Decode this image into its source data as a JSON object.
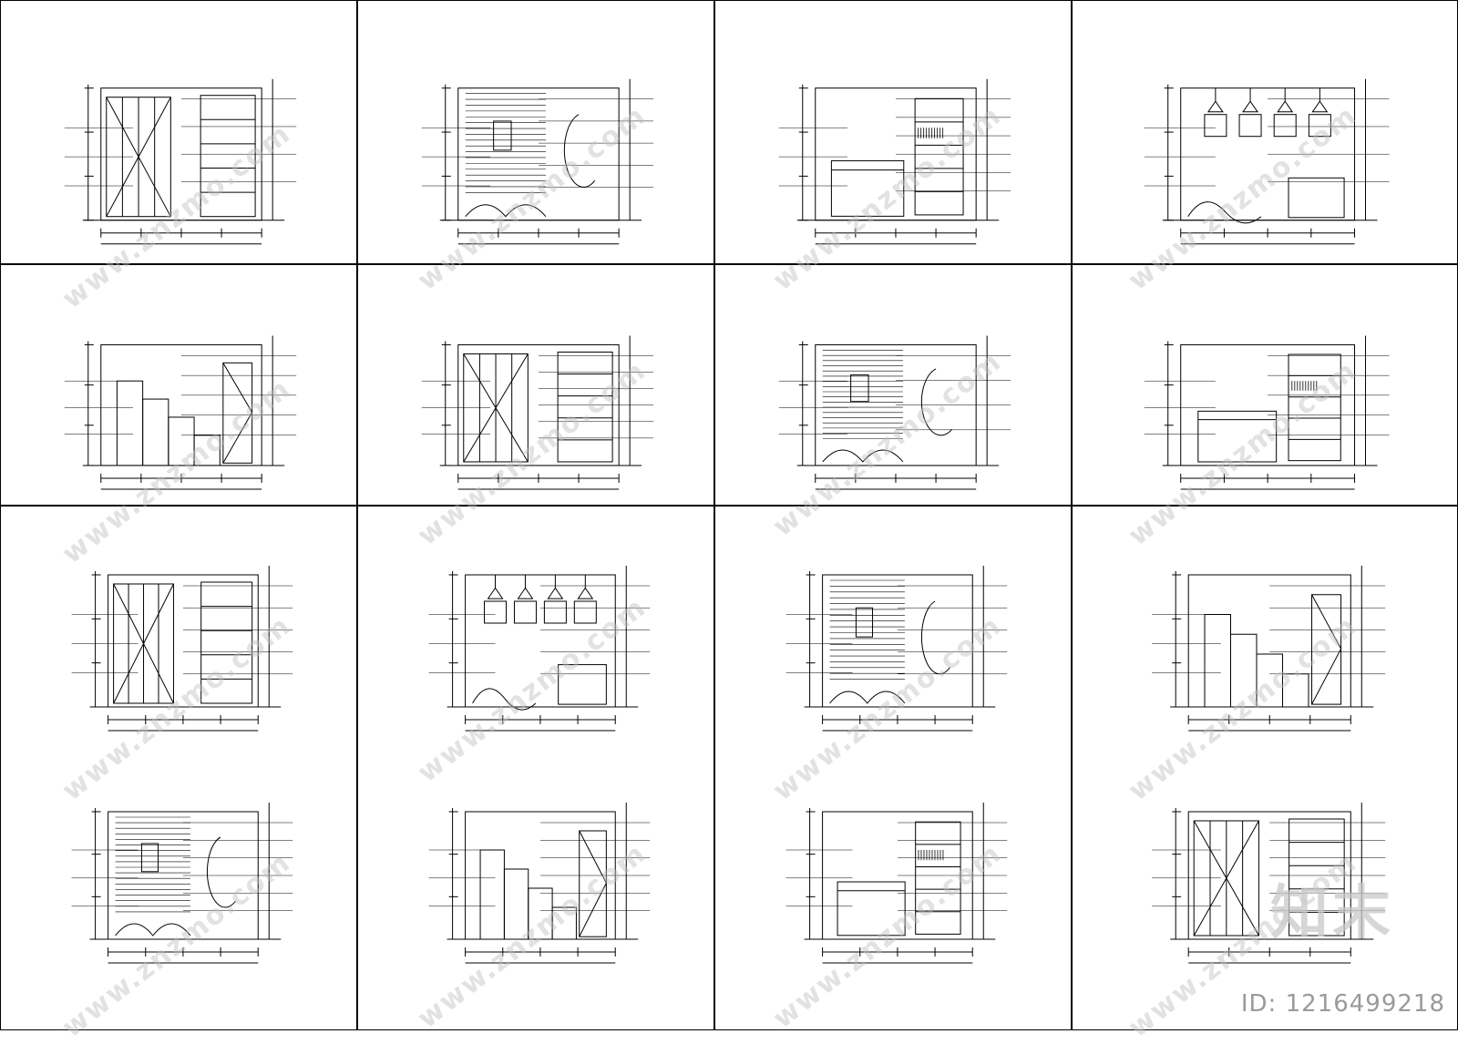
{
  "sheet": {
    "drawings": 16,
    "rows": 4,
    "columns": 4
  },
  "watermark": {
    "text": "www.znzmo.com"
  },
  "brand": {
    "logo_text": "知末"
  },
  "footer": {
    "id_text": "ID: 1216499218"
  }
}
